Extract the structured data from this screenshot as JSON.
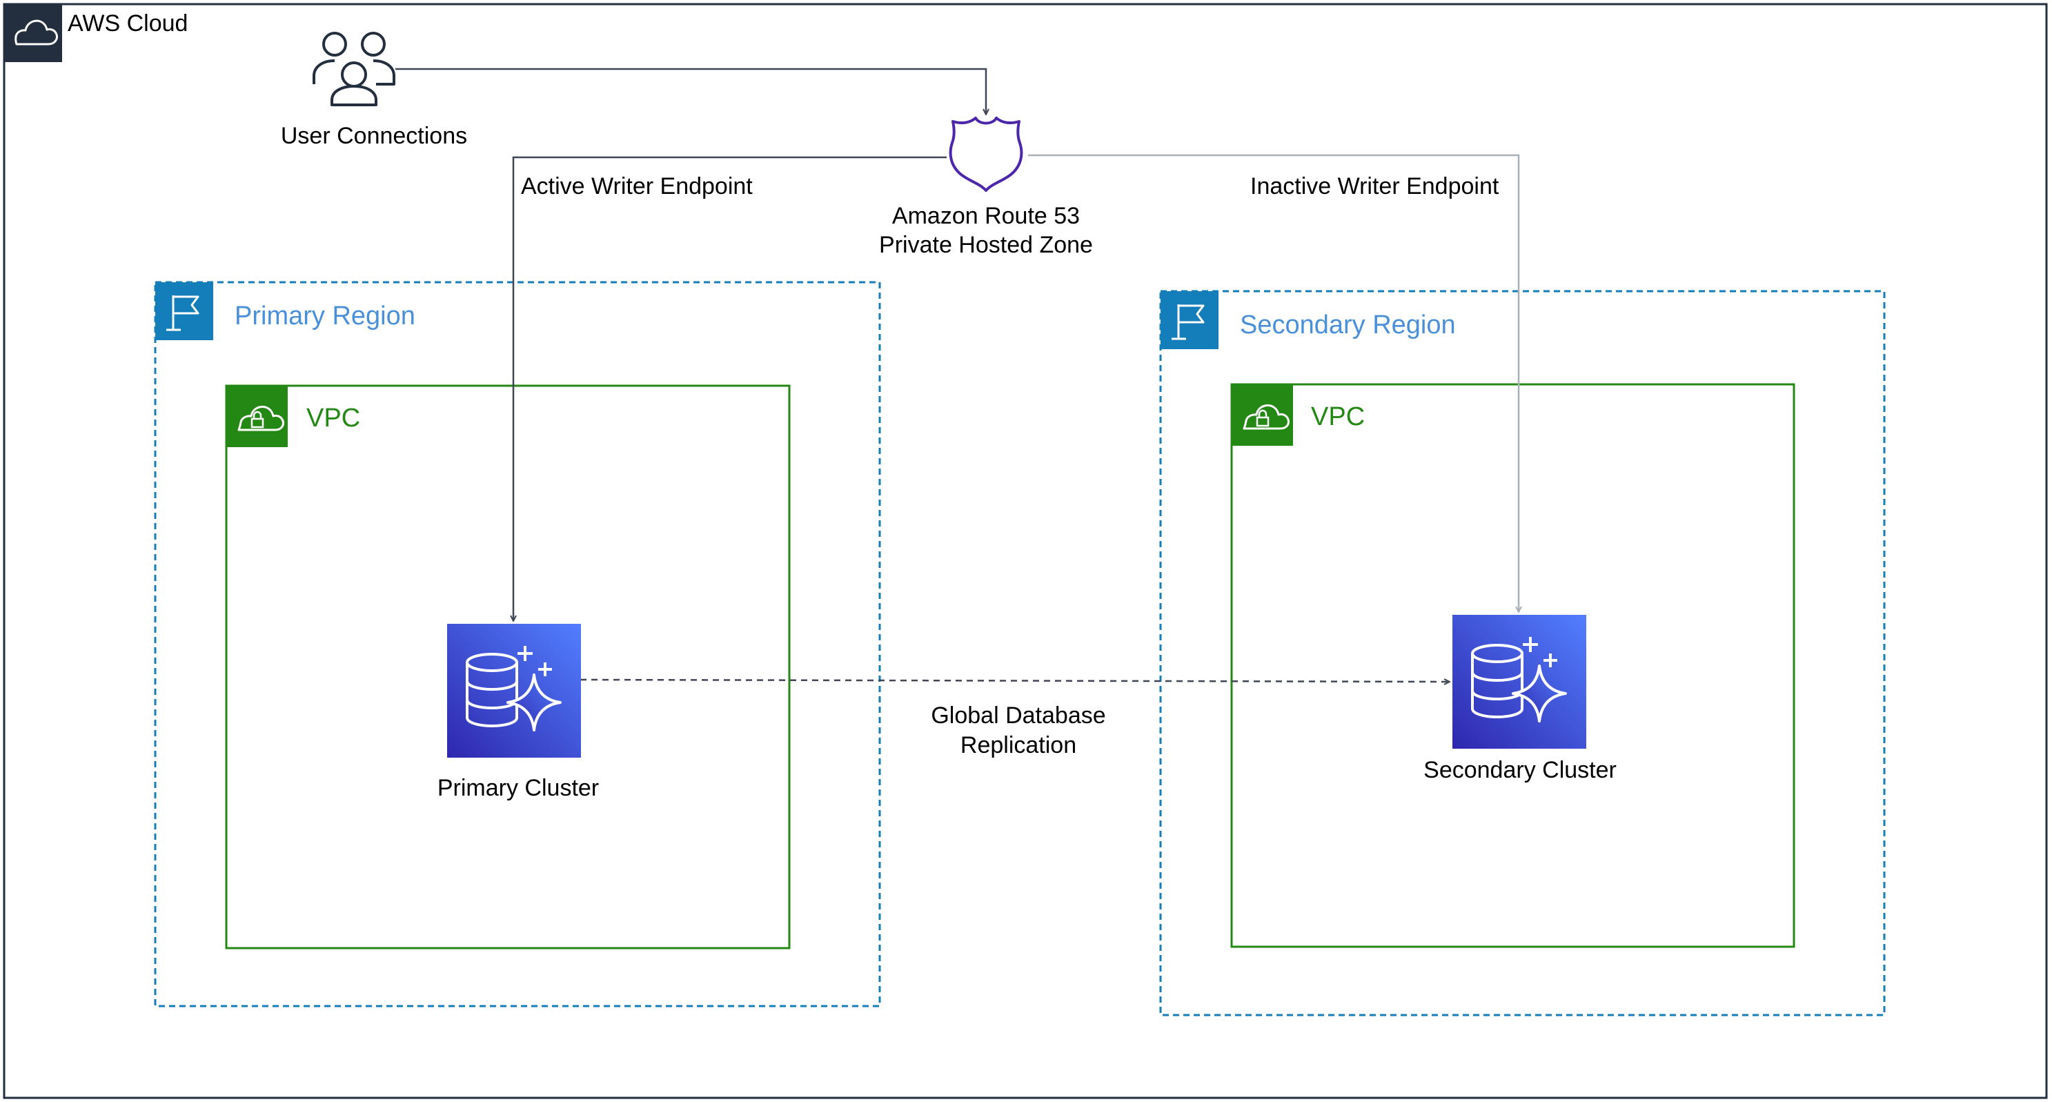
{
  "cloud": {
    "label": "AWS Cloud"
  },
  "users": {
    "label": "User Connections"
  },
  "route53": {
    "line1": "Amazon Route 53",
    "line2": "Private Hosted Zone"
  },
  "edges": {
    "active_writer": "Active Writer Endpoint",
    "inactive_writer": "Inactive Writer Endpoint",
    "replication_line1": "Global Database",
    "replication_line2": "Replication"
  },
  "primary_region": {
    "label": "Primary Region",
    "vpc_label": "VPC",
    "cluster_label": "Primary Cluster"
  },
  "secondary_region": {
    "label": "Secondary Region",
    "vpc_label": "VPC",
    "cluster_label": "Secondary Cluster"
  },
  "colors": {
    "region_accent": "#147EBA",
    "region_text": "#4A90D9",
    "vpc_green": "#248814",
    "aurora_dark": "#2E27AD",
    "aurora_light": "#527FFF",
    "route53_purple": "#4D27AA",
    "active_line": "#3F4654",
    "inactive_line": "#AAB0B8"
  },
  "icons": {
    "cloud": "aws-cloud-icon",
    "users": "users-icon",
    "route53": "route53-shield-icon",
    "region": "region-flag-icon",
    "vpc": "vpc-cloud-lock-icon",
    "aurora": "aurora-database-icon"
  }
}
